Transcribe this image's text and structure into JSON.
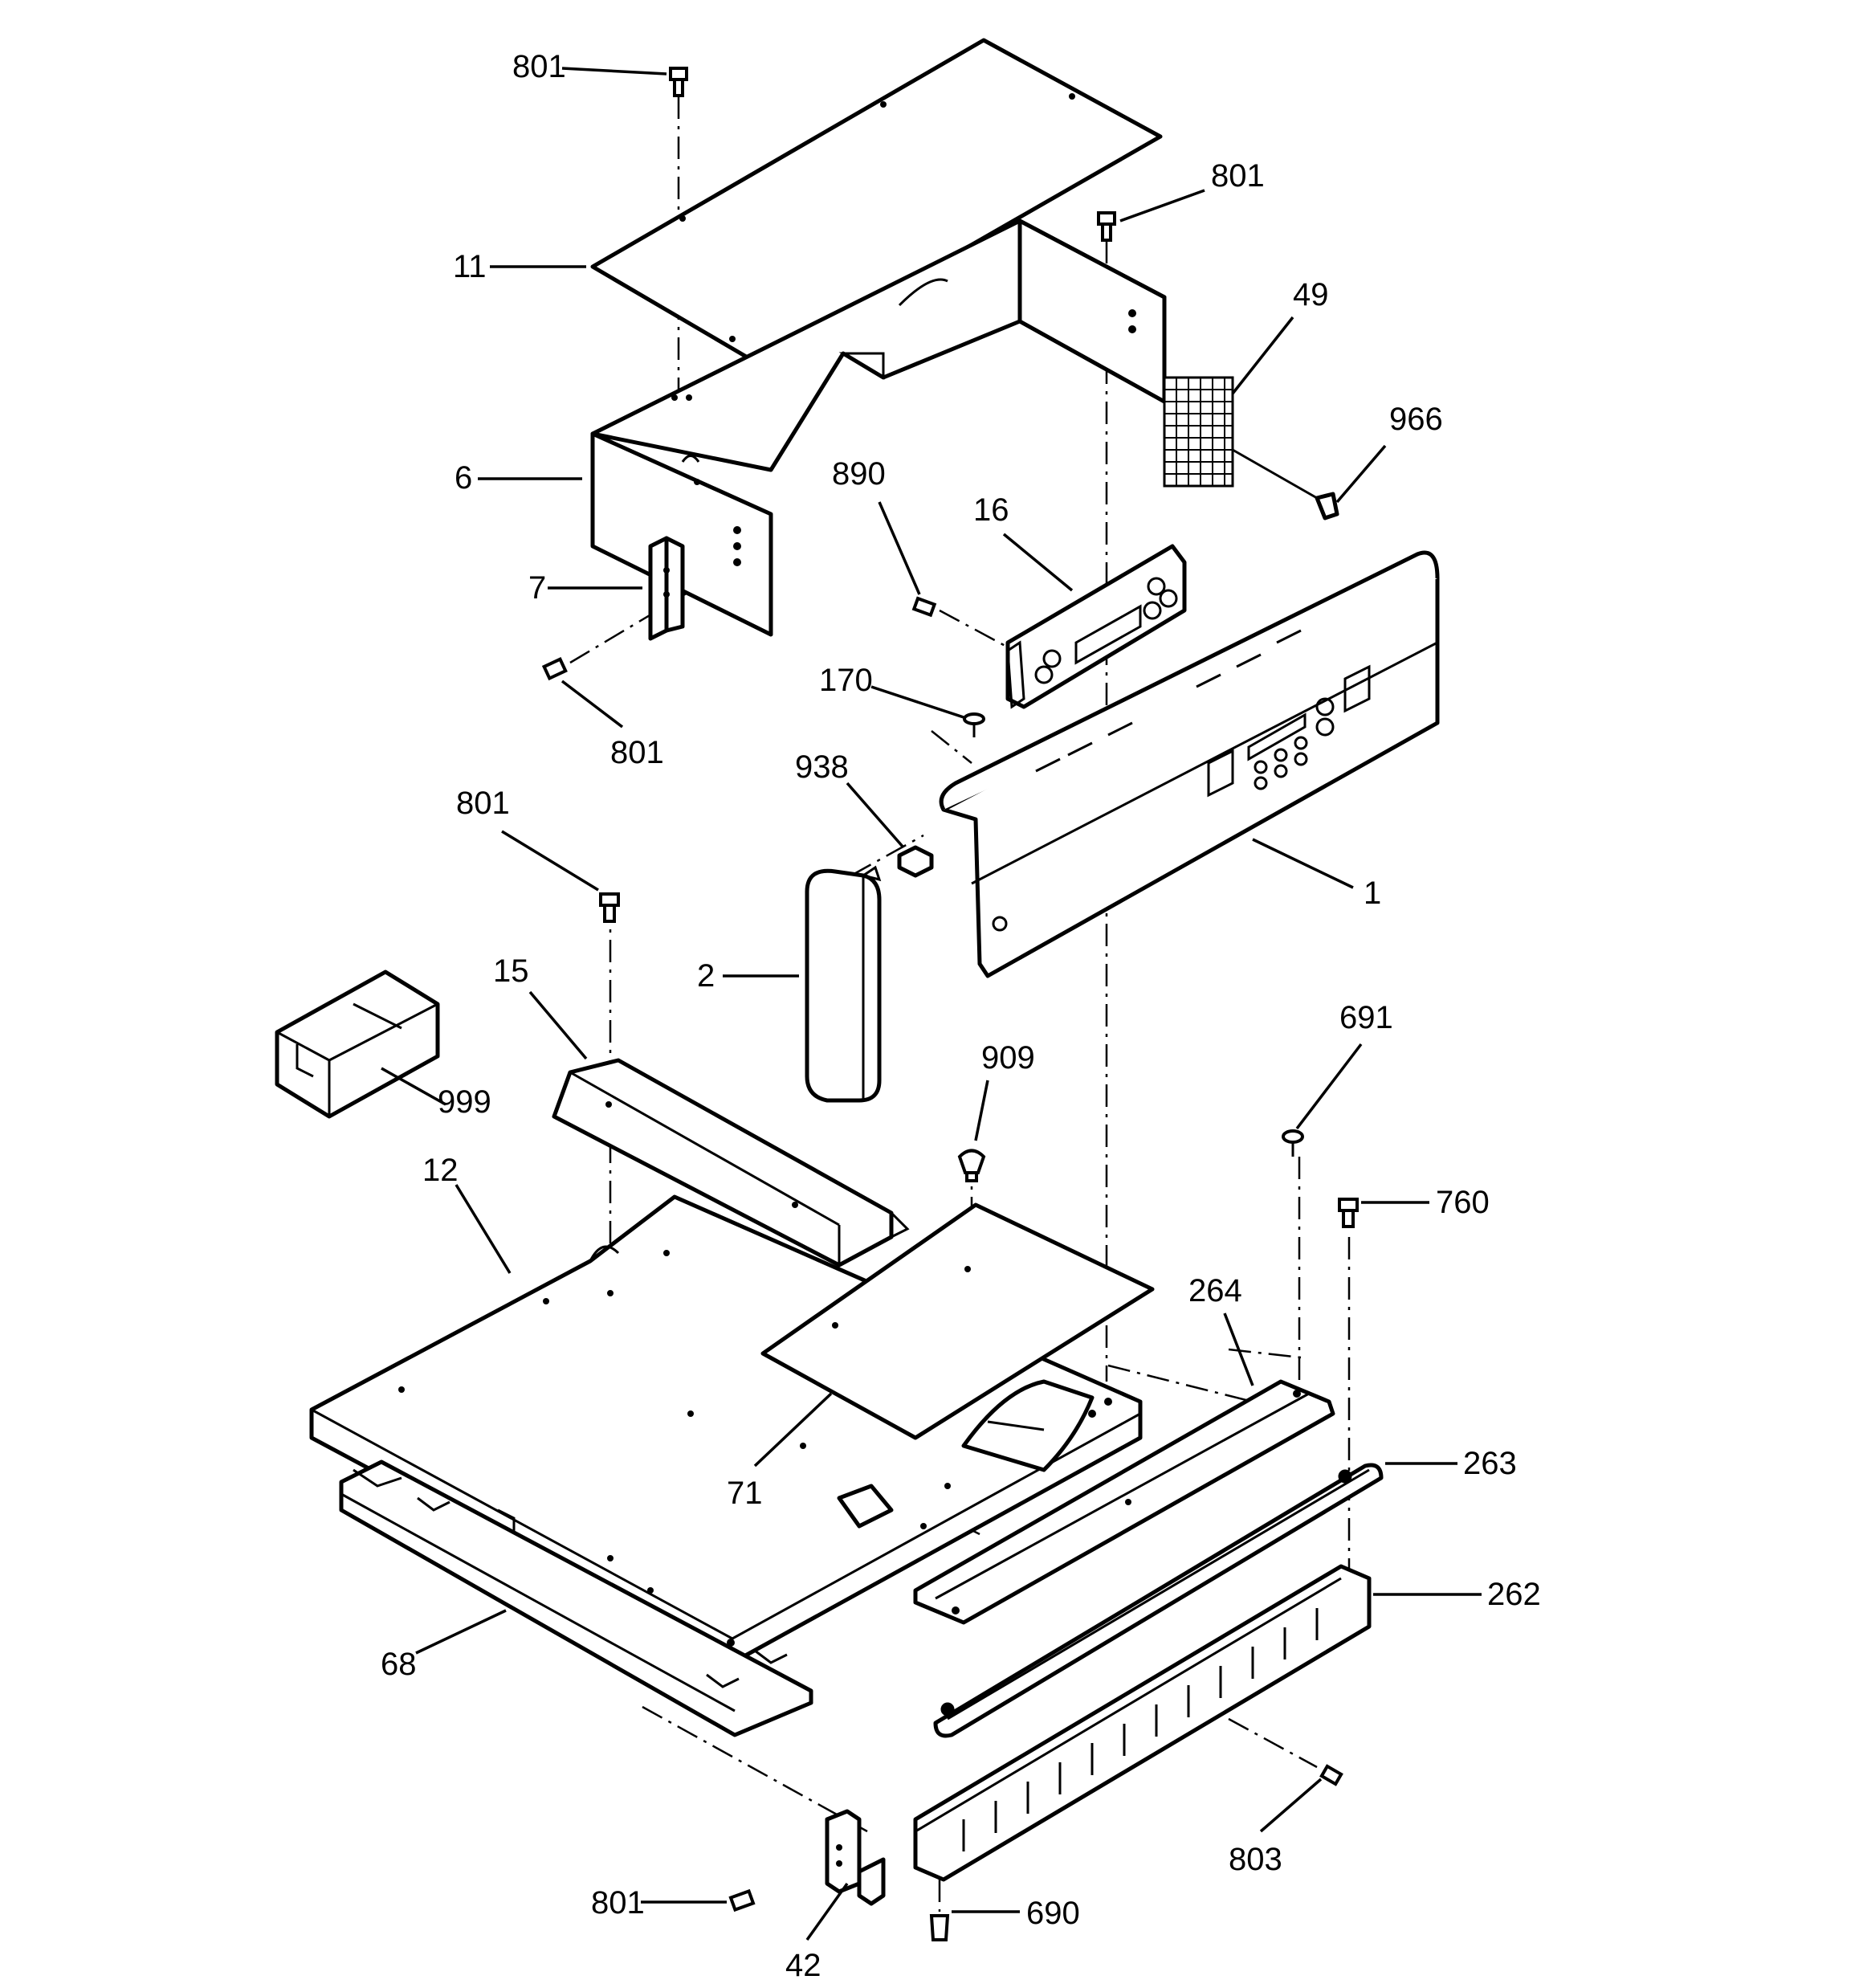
{
  "callouts": [
    {
      "id": "801-top",
      "text": "801"
    },
    {
      "id": "801-upper-right",
      "text": "801"
    },
    {
      "id": "11",
      "text": "11"
    },
    {
      "id": "49",
      "text": "49"
    },
    {
      "id": "966",
      "text": "966"
    },
    {
      "id": "6",
      "text": "6"
    },
    {
      "id": "890",
      "text": "890"
    },
    {
      "id": "16",
      "text": "16"
    },
    {
      "id": "7",
      "text": "7"
    },
    {
      "id": "170",
      "text": "170"
    },
    {
      "id": "801-mid",
      "text": "801"
    },
    {
      "id": "938",
      "text": "938"
    },
    {
      "id": "801-left",
      "text": "801"
    },
    {
      "id": "1",
      "text": "1"
    },
    {
      "id": "2",
      "text": "2"
    },
    {
      "id": "15",
      "text": "15"
    },
    {
      "id": "999",
      "text": "999"
    },
    {
      "id": "909",
      "text": "909"
    },
    {
      "id": "691",
      "text": "691"
    },
    {
      "id": "12",
      "text": "12"
    },
    {
      "id": "760",
      "text": "760"
    },
    {
      "id": "264",
      "text": "264"
    },
    {
      "id": "263",
      "text": "263"
    },
    {
      "id": "71",
      "text": "71"
    },
    {
      "id": "262",
      "text": "262"
    },
    {
      "id": "68",
      "text": "68"
    },
    {
      "id": "803",
      "text": "803"
    },
    {
      "id": "801-bottom",
      "text": "801"
    },
    {
      "id": "690",
      "text": "690"
    },
    {
      "id": "42",
      "text": "42"
    }
  ]
}
